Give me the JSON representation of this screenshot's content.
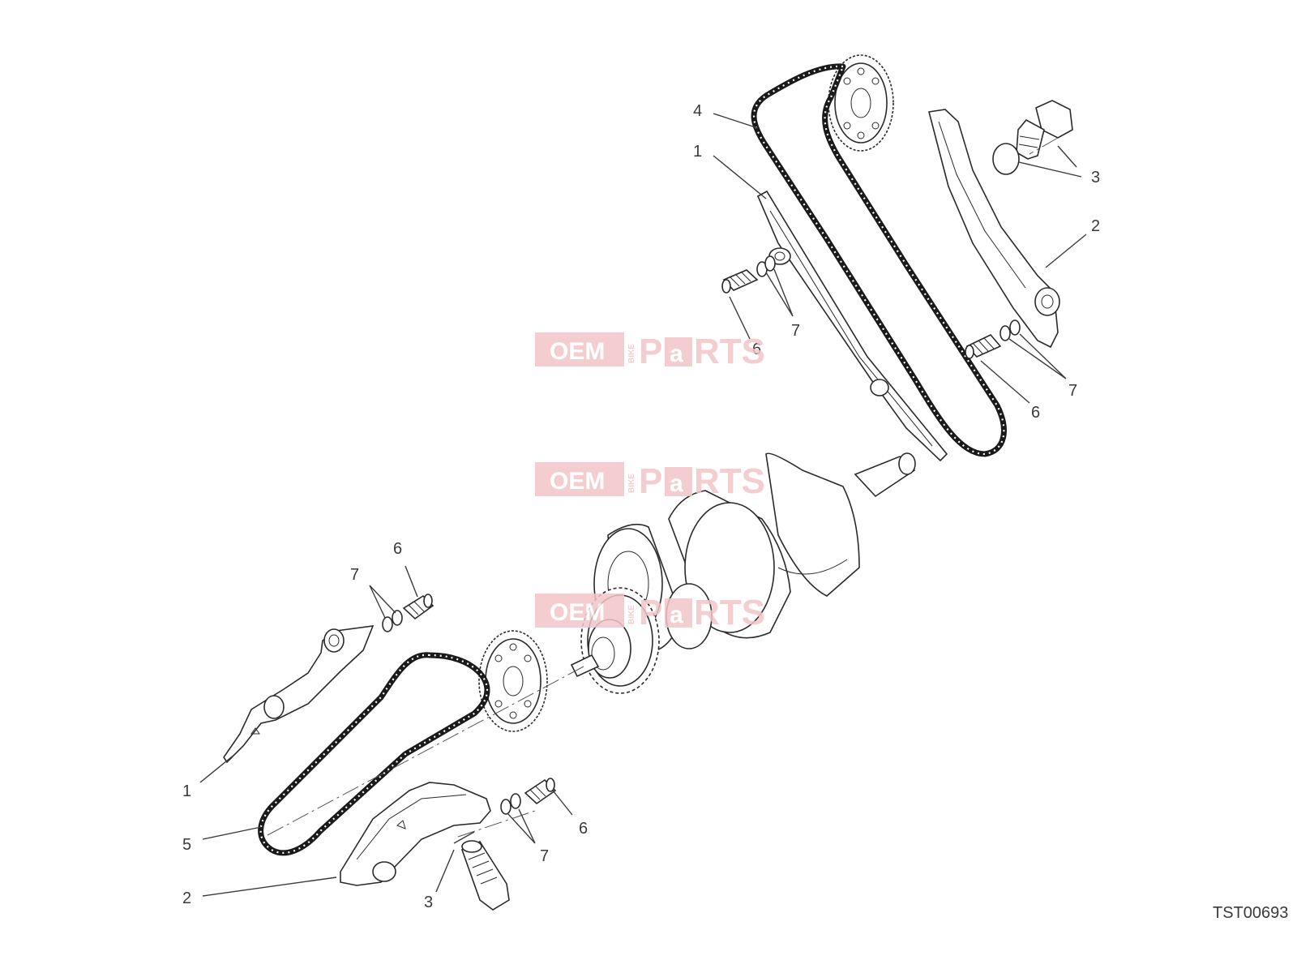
{
  "diagram": {
    "reference_code": "TST00693",
    "watermark": {
      "oem": "OEM",
      "bike": "BIKE",
      "parts_p": "P",
      "parts_a": "a",
      "parts_rts": "RTS"
    },
    "callouts": [
      {
        "id": "upper-4",
        "label": "4"
      },
      {
        "id": "upper-1",
        "label": "1"
      },
      {
        "id": "upper-3",
        "label": "3"
      },
      {
        "id": "upper-2",
        "label": "2"
      },
      {
        "id": "upper-left-7",
        "label": "7"
      },
      {
        "id": "upper-left-6",
        "label": "6"
      },
      {
        "id": "upper-right-7",
        "label": "7"
      },
      {
        "id": "upper-right-6",
        "label": "6"
      },
      {
        "id": "lower-6-top",
        "label": "6"
      },
      {
        "id": "lower-7-top",
        "label": "7"
      },
      {
        "id": "lower-1",
        "label": "1"
      },
      {
        "id": "lower-5",
        "label": "5"
      },
      {
        "id": "lower-2",
        "label": "2"
      },
      {
        "id": "lower-3",
        "label": "3"
      },
      {
        "id": "lower-7-bottom",
        "label": "7"
      },
      {
        "id": "lower-6-bottom",
        "label": "6"
      }
    ]
  }
}
